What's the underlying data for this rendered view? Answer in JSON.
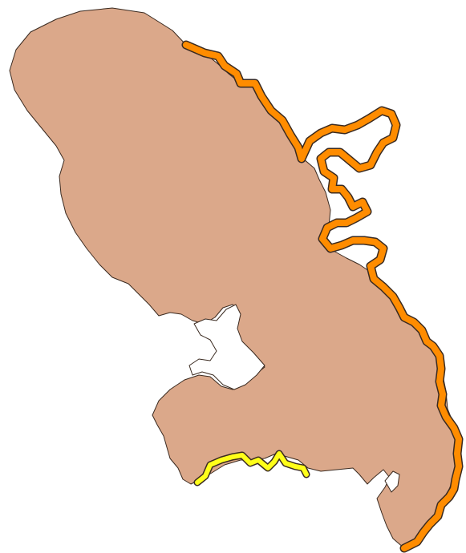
{
  "map": {
    "background_color": "#ffffff",
    "island": {
      "name": "martinique-island",
      "fill_color": "#dba88a",
      "outline_color": "#3a2a20"
    },
    "highlighted_coasts": [
      {
        "name": "atlantic-coast",
        "color": "#ff8c00",
        "outline_color": "#3a2a20"
      },
      {
        "name": "southern-coast",
        "color": "#ffff1a",
        "outline_color": "#3a2a20"
      }
    ]
  }
}
